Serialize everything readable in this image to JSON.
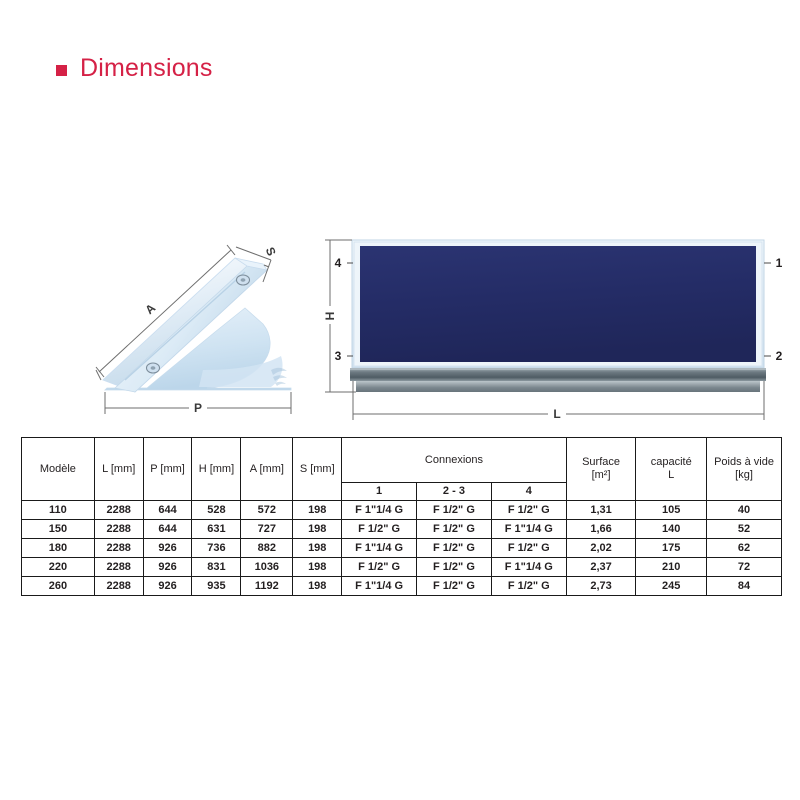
{
  "heading": {
    "bullet_icon": "square-bullet-icon",
    "title": "Dimensions",
    "accent_color": "#d52146"
  },
  "drawings": {
    "side_view": {
      "name": "collector-side-view",
      "dimension_labels": {
        "a": "A",
        "s": "S",
        "p": "P"
      }
    },
    "front_view": {
      "name": "collector-front-view",
      "dimension_labels": {
        "h": "H",
        "l": "L"
      },
      "port_markers": {
        "top_left": "4",
        "bottom_left": "3",
        "top_right": "1",
        "bottom_right": "2"
      },
      "absorber_color": "#242c66",
      "frame_color": "#dbe6f0",
      "base_color": "#5d6a72"
    }
  },
  "table": {
    "name": "dimensions-spec-table",
    "group_header": "Connexions",
    "headers": {
      "modele": "Modèle",
      "l": "L [mm]",
      "p": "P [mm]",
      "h": "H [mm]",
      "a": "A [mm]",
      "s": "S [mm]",
      "conn1": "1",
      "conn23": "2 - 3",
      "conn4": "4",
      "surface": "Surface",
      "surface_unit": "[m²]",
      "capacite": "capacité",
      "capacite_unit": "L",
      "poids": "Poids à vide",
      "poids_unit": "[kg]"
    },
    "rows": [
      {
        "modele": "110",
        "l": "2288",
        "p": "644",
        "h": "528",
        "a": "572",
        "s": "198",
        "conn1": "F 1\"1/4 G",
        "conn23": "F 1/2\" G",
        "conn4": "F 1/2\" G",
        "surface": "1,31",
        "capacite": "105",
        "poids": "40"
      },
      {
        "modele": "150",
        "l": "2288",
        "p": "644",
        "h": "631",
        "a": "727",
        "s": "198",
        "conn1": "F 1/2\" G",
        "conn23": "F 1/2\" G",
        "conn4": "F 1\"1/4 G",
        "surface": "1,66",
        "capacite": "140",
        "poids": "52"
      },
      {
        "modele": "180",
        "l": "2288",
        "p": "926",
        "h": "736",
        "a": "882",
        "s": "198",
        "conn1": "F 1\"1/4 G",
        "conn23": "F 1/2\" G",
        "conn4": "F 1/2\" G",
        "surface": "2,02",
        "capacite": "175",
        "poids": "62"
      },
      {
        "modele": "220",
        "l": "2288",
        "p": "926",
        "h": "831",
        "a": "1036",
        "s": "198",
        "conn1": "F 1/2\" G",
        "conn23": "F 1/2\" G",
        "conn4": "F 1\"1/4 G",
        "surface": "2,37",
        "capacite": "210",
        "poids": "72"
      },
      {
        "modele": "260",
        "l": "2288",
        "p": "926",
        "h": "935",
        "a": "1192",
        "s": "198",
        "conn1": "F 1\"1/4 G",
        "conn23": "F 1/2\" G",
        "conn4": "F 1/2\" G",
        "surface": "2,73",
        "capacite": "245",
        "poids": "84"
      }
    ]
  }
}
